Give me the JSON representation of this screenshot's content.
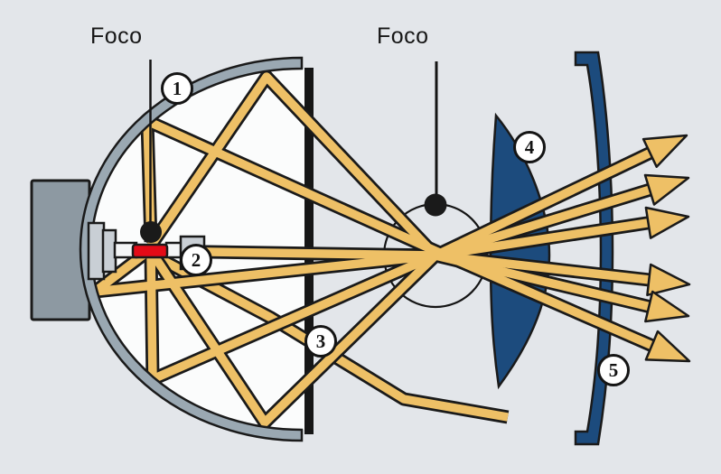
{
  "diagram": {
    "labels": {
      "focus_left": "Foco",
      "focus_right": "Foco"
    },
    "callouts": [
      "1",
      "2",
      "3",
      "4",
      "5"
    ],
    "colors": {
      "background": "#e3e6ea",
      "ray_orange": "#eec066",
      "outline_black": "#1a1a1a",
      "lens_blue": "#1c4b7d",
      "reflector_gray": "#9aa8b2",
      "mount_gray": "#8d99a2",
      "socket_gray": "#c9cfd5",
      "filament_red": "#e30b17",
      "interior_white": "#fbfcfc"
    }
  }
}
